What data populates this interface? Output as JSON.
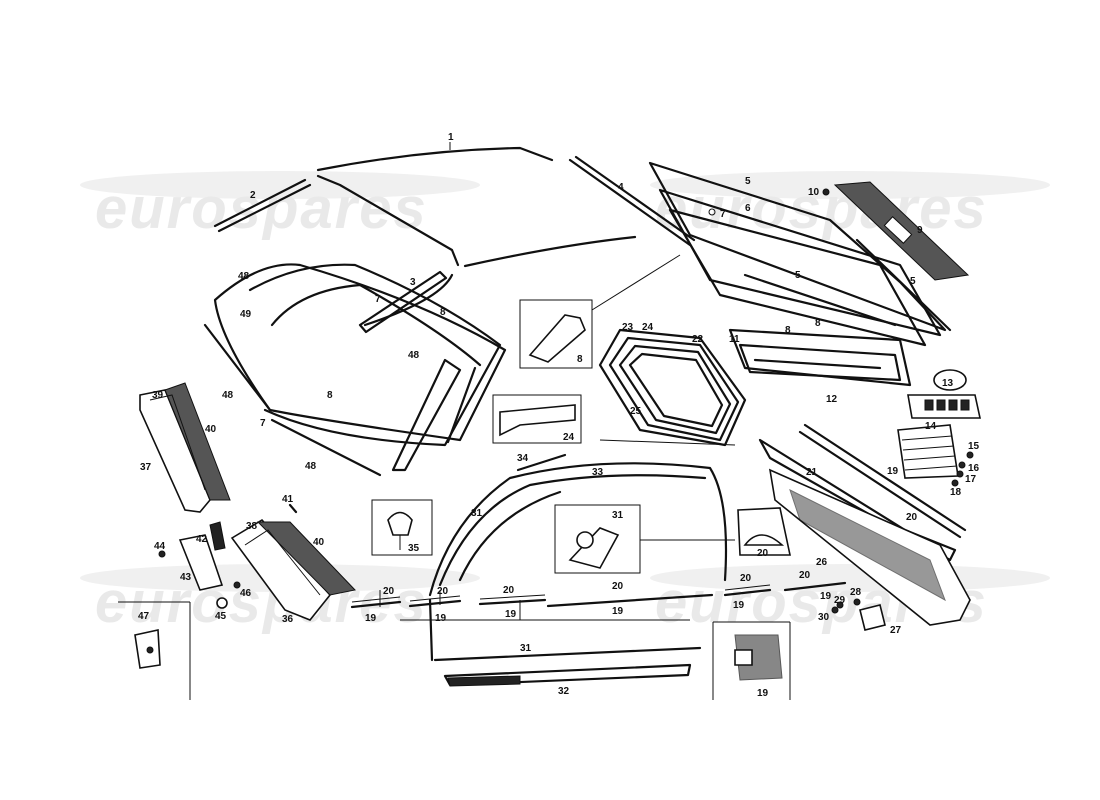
{
  "watermark": {
    "text": "eurospares"
  },
  "labels": [
    {
      "id": "l1",
      "text": "1"
    },
    {
      "id": "l2",
      "text": "2"
    },
    {
      "id": "l3",
      "text": "3"
    },
    {
      "id": "l4",
      "text": "4"
    },
    {
      "id": "l5a",
      "text": "5"
    },
    {
      "id": "l5b",
      "text": "5"
    },
    {
      "id": "l5c",
      "text": "5"
    },
    {
      "id": "l6",
      "text": "6"
    },
    {
      "id": "l7a",
      "text": "7"
    },
    {
      "id": "l7b",
      "text": "7"
    },
    {
      "id": "l7c",
      "text": "7"
    },
    {
      "id": "l8a",
      "text": "8"
    },
    {
      "id": "l8b",
      "text": "8"
    },
    {
      "id": "l8c",
      "text": "8"
    },
    {
      "id": "l8d",
      "text": "8"
    },
    {
      "id": "l8e",
      "text": "8"
    },
    {
      "id": "l9",
      "text": "9"
    },
    {
      "id": "l10",
      "text": "10"
    },
    {
      "id": "l11",
      "text": "11"
    },
    {
      "id": "l12",
      "text": "12"
    },
    {
      "id": "l13",
      "text": "13"
    },
    {
      "id": "l14",
      "text": "14"
    },
    {
      "id": "l15",
      "text": "15"
    },
    {
      "id": "l16",
      "text": "16"
    },
    {
      "id": "l17",
      "text": "17"
    },
    {
      "id": "l18",
      "text": "18"
    },
    {
      "id": "l19a",
      "text": "19"
    },
    {
      "id": "l19b",
      "text": "19"
    },
    {
      "id": "l19c",
      "text": "19"
    },
    {
      "id": "l19d",
      "text": "19"
    },
    {
      "id": "l19e",
      "text": "19"
    },
    {
      "id": "l19f",
      "text": "19"
    },
    {
      "id": "l19g",
      "text": "19"
    },
    {
      "id": "l19h",
      "text": "19"
    },
    {
      "id": "l20a",
      "text": "20"
    },
    {
      "id": "l20b",
      "text": "20"
    },
    {
      "id": "l20c",
      "text": "20"
    },
    {
      "id": "l20d",
      "text": "20"
    },
    {
      "id": "l20e",
      "text": "20"
    },
    {
      "id": "l20f",
      "text": "20"
    },
    {
      "id": "l20g",
      "text": "20"
    },
    {
      "id": "l20h",
      "text": "20"
    },
    {
      "id": "l21",
      "text": "21"
    },
    {
      "id": "l22",
      "text": "22"
    },
    {
      "id": "l23",
      "text": "23"
    },
    {
      "id": "l24a",
      "text": "24"
    },
    {
      "id": "l24b",
      "text": "24"
    },
    {
      "id": "l25",
      "text": "25"
    },
    {
      "id": "l26",
      "text": "26"
    },
    {
      "id": "l27",
      "text": "27"
    },
    {
      "id": "l28",
      "text": "28"
    },
    {
      "id": "l29",
      "text": "29"
    },
    {
      "id": "l30",
      "text": "30"
    },
    {
      "id": "l31a",
      "text": "31"
    },
    {
      "id": "l31b",
      "text": "31"
    },
    {
      "id": "l31c",
      "text": "31"
    },
    {
      "id": "l32",
      "text": "32"
    },
    {
      "id": "l33",
      "text": "33"
    },
    {
      "id": "l34",
      "text": "34"
    },
    {
      "id": "l35",
      "text": "35"
    },
    {
      "id": "l36",
      "text": "36"
    },
    {
      "id": "l37",
      "text": "37"
    },
    {
      "id": "l38",
      "text": "38"
    },
    {
      "id": "l39",
      "text": "39"
    },
    {
      "id": "l40a",
      "text": "40"
    },
    {
      "id": "l40b",
      "text": "40"
    },
    {
      "id": "l41",
      "text": "41"
    },
    {
      "id": "l42",
      "text": "42"
    },
    {
      "id": "l43",
      "text": "43"
    },
    {
      "id": "l44",
      "text": "44"
    },
    {
      "id": "l45",
      "text": "45"
    },
    {
      "id": "l46",
      "text": "46"
    },
    {
      "id": "l47",
      "text": "47"
    },
    {
      "id": "l48a",
      "text": "48"
    },
    {
      "id": "l48b",
      "text": "48"
    },
    {
      "id": "l48c",
      "text": "48"
    },
    {
      "id": "l48d",
      "text": "48"
    },
    {
      "id": "l49",
      "text": "49"
    }
  ]
}
